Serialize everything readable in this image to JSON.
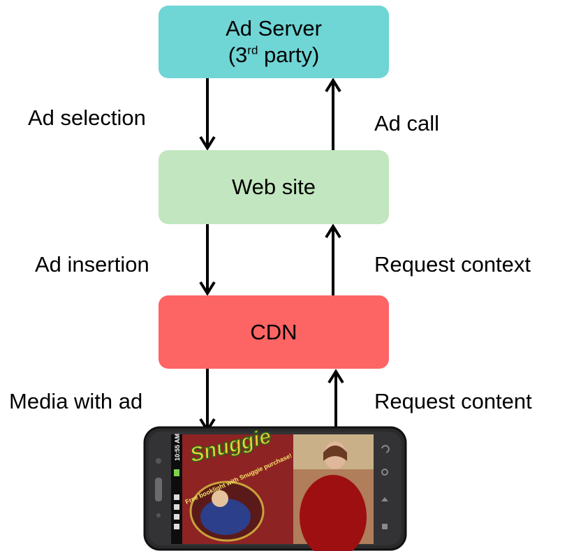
{
  "boxes": {
    "ad_server": {
      "line1": "Ad Server",
      "line2_pre": "(3",
      "line2_sup": "rd",
      "line2_post": " party)",
      "color": "#6fd5d5"
    },
    "web_site": {
      "label": "Web site",
      "color": "#c2e6bf"
    },
    "cdn": {
      "label": "CDN",
      "color": "#fd6464"
    }
  },
  "edges": {
    "ad_selection": "Ad selection",
    "ad_call": "Ad call",
    "ad_insertion": "Ad insertion",
    "request_context": "Request context",
    "media_with_ad": "Media with ad",
    "request_content": "Request content"
  },
  "phone": {
    "status_time": "10:55 AM",
    "ad_brand": "Snuggie",
    "ad_tagline": "Free booklight with Snuggie purchase!"
  }
}
